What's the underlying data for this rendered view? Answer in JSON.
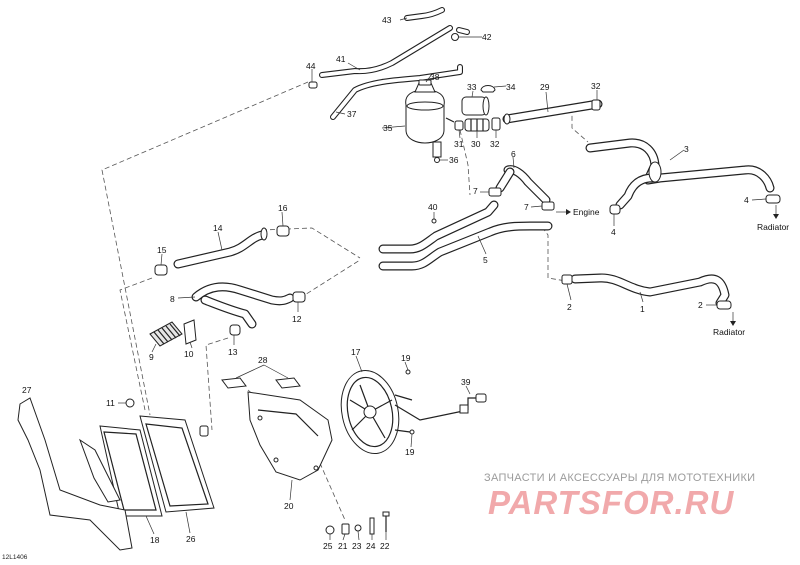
{
  "diagram": {
    "callouts": {
      "p1": "1",
      "p2a": "2",
      "p2b": "2",
      "p3": "3",
      "p4a": "4",
      "p4b": "4",
      "p5": "5",
      "p6": "6",
      "p7a": "7",
      "p7b": "7",
      "p8": "8",
      "p9": "9",
      "p10": "10",
      "p11": "11",
      "p12": "12",
      "p13": "13",
      "p14": "14",
      "p15": "15",
      "p16": "16",
      "p17": "17",
      "p18": "18",
      "p19a": "19",
      "p19b": "19",
      "p20": "20",
      "p21": "21",
      "p22": "22",
      "p23": "23",
      "p24": "24",
      "p25": "25",
      "p26": "26",
      "p27": "27",
      "p28": "28",
      "p29": "29",
      "p30": "30",
      "p31": "31",
      "p32a": "32",
      "p32b": "32",
      "p33": "33",
      "p34": "34",
      "p35": "35",
      "p36": "36",
      "p37": "37",
      "p38": "38",
      "p39": "39",
      "p40": "40",
      "p41": "41",
      "p42": "42",
      "p43": "43",
      "p44": "44"
    },
    "notes": {
      "engine": "Engine",
      "radiator_upper": "Radiator",
      "radiator_lower": "Radiator"
    },
    "drawing_code": "12L1406"
  },
  "watermark": {
    "tagline": "ЗАПЧАСТИ И АКСЕССУАРЫ ДЛЯ МОТОТЕХНИКИ",
    "logo": "PARTSFOR.RU"
  },
  "colors": {
    "line": "#222222",
    "watermark_text": "#9b9b9b",
    "watermark_logo": "#f1a9ab"
  }
}
